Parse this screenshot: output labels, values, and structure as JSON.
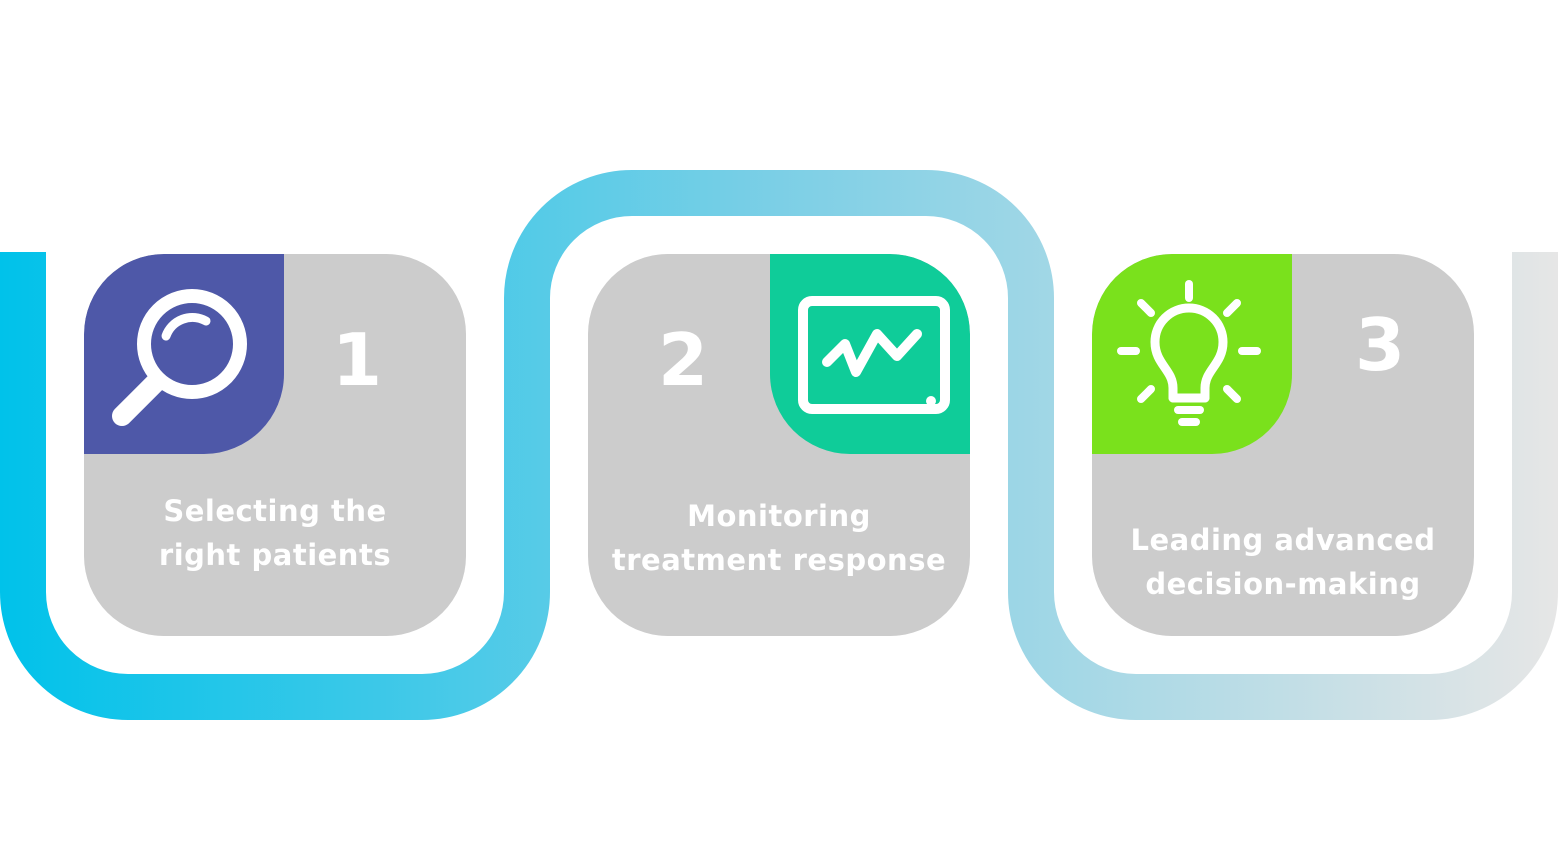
{
  "colors": {
    "connector_start": "#00c2ea",
    "connector_mid": "#7ccfe6",
    "connector_end": "#e6e6e6",
    "card_background": "#cccccc",
    "text": "#ffffff"
  },
  "steps": [
    {
      "number": "1",
      "label_lines": [
        "Selecting the",
        "right patients"
      ],
      "icon": "magnifying-glass-icon",
      "icon_color": "#4e58a8"
    },
    {
      "number": "2",
      "label_lines": [
        "Monitoring",
        "treatment response"
      ],
      "icon": "monitor-graph-icon",
      "icon_color": "#0fcc99"
    },
    {
      "number": "3",
      "label_lines": [
        "Leading advanced",
        "decision-making"
      ],
      "icon": "lightbulb-icon",
      "icon_color": "#7ae11c"
    }
  ]
}
